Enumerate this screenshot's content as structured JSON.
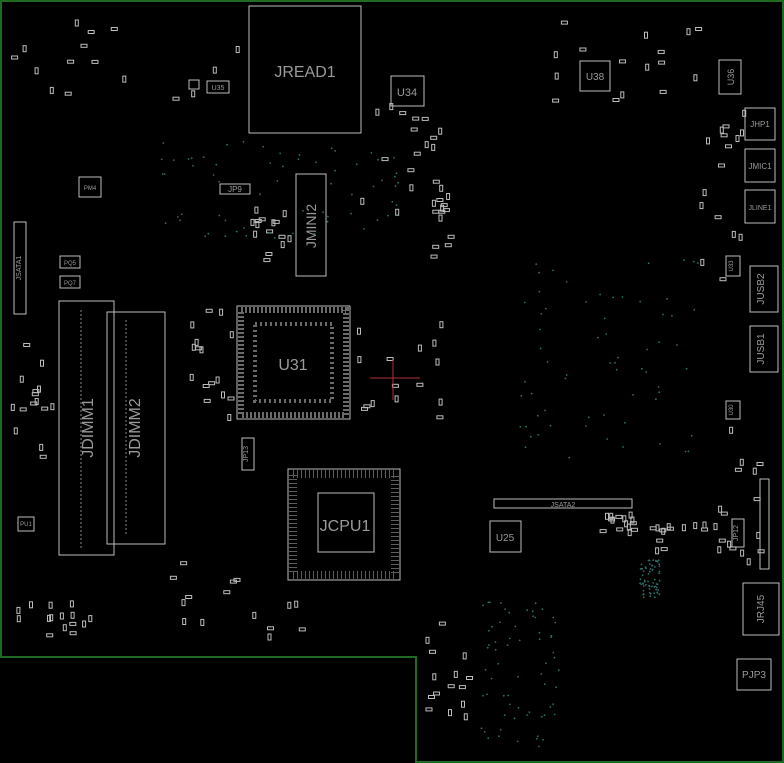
{
  "outline_color": "#1f6b1f",
  "component_color": "#bdbdbd",
  "label_color": "#9a9a9a",
  "via_color": "#2f6f6a",
  "cursor_color": "#b03030",
  "labels": {
    "jread1": "JREAD1",
    "u35": "U35",
    "u34": "U34",
    "u38": "U38",
    "u36": "U36",
    "jhp1": "JHP1",
    "jmic1": "JMIC1",
    "jline1": "JLINE1",
    "jusb2": "JUSB2",
    "jusb1": "JUSB1",
    "pm4": "PM4",
    "jp9": "JP9",
    "jmini2": "JMINI2",
    "jsata1": "JSATA1",
    "pq5": "PQ5",
    "pq7": "PQ7",
    "jdimm1": "JDIMM1",
    "jdimm2": "JDIMM2",
    "u31": "U31",
    "jp13": "JP13",
    "jcpu1": "JCPU1",
    "jsata2": "JSATA2",
    "u25": "U25",
    "u33": "U33",
    "u30": "U30",
    "jp12": "JP12",
    "jrj45": "JRJ45",
    "pjp3": "PJP3",
    "pu1": "PU1"
  }
}
